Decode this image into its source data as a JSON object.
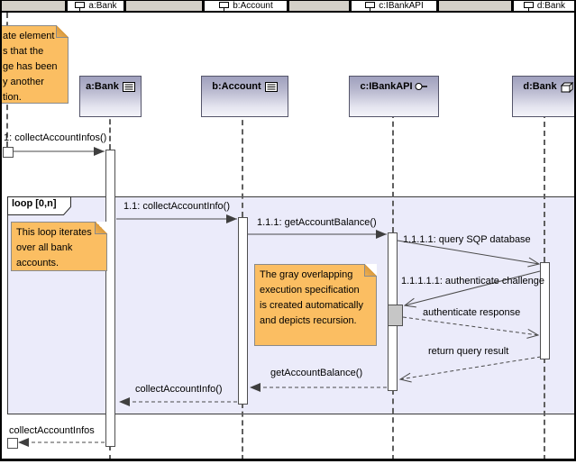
{
  "app": {
    "kind": "uml-sequence-diagram"
  },
  "header": {
    "items": [
      {
        "label": "a:Bank"
      },
      {
        "label": "b:Account"
      },
      {
        "label": "c:IBankAPI"
      },
      {
        "label": "d:Bank"
      }
    ]
  },
  "lifelines": [
    {
      "name": "a:Bank",
      "icon": "class-icon"
    },
    {
      "name": "b:Account",
      "icon": "class-icon"
    },
    {
      "name": "c:IBankAPI",
      "icon": "interface-icon"
    },
    {
      "name": "d:Bank",
      "icon": "object-icon"
    }
  ],
  "fragment": {
    "operator": "loop",
    "guard": "[0,n]",
    "label": "loop [0,n]"
  },
  "notes": {
    "clipped": "ate element\ns that the\nge has been\ny another\ntion.",
    "loop": "This loop iterates\nover all bank\naccounts.",
    "recursion": "The gray overlapping\nexecution specification\nis created automatically\nand depicts recursion."
  },
  "messages": [
    {
      "label": "1: collectAccountInfos()",
      "from": "found",
      "to": "a:Bank",
      "style": "solid",
      "arrow": "filled"
    },
    {
      "label": "1.1: collectAccountInfo()",
      "from": "a:Bank",
      "to": "b:Account",
      "style": "solid",
      "arrow": "filled"
    },
    {
      "label": "1.1.1: getAccountBalance()",
      "from": "b:Account",
      "to": "c:IBankAPI",
      "style": "solid",
      "arrow": "filled"
    },
    {
      "label": "1.1.1.1: query SQP database",
      "from": "c:IBankAPI",
      "to": "d:Bank",
      "style": "solid",
      "arrow": "open"
    },
    {
      "label": "1.1.1.1.1: authenticate challenge",
      "from": "d:Bank",
      "to": "c:IBankAPI",
      "style": "solid",
      "arrow": "open"
    },
    {
      "label": "authenticate response",
      "from": "c:IBankAPI",
      "to": "d:Bank",
      "style": "dashed",
      "arrow": "open"
    },
    {
      "label": "return query result",
      "from": "d:Bank",
      "to": "c:IBankAPI",
      "style": "dashed",
      "arrow": "open"
    },
    {
      "label": "getAccountBalance()",
      "from": "c:IBankAPI",
      "to": "b:Account",
      "style": "dashed",
      "arrow": "filled"
    },
    {
      "label": "collectAccountInfo()",
      "from": "b:Account",
      "to": "a:Bank",
      "style": "dashed",
      "arrow": "filled"
    },
    {
      "label": "collectAccountInfos",
      "from": "a:Bank",
      "to": "found",
      "style": "dashed",
      "arrow": "filled"
    }
  ],
  "colors": {
    "note_fill": "#fbbe62",
    "loop_fill": "#ebebfa",
    "head_gradient_top": "#9fa0bd",
    "head_gradient_bottom": "#f4f4f9",
    "header_gray": "#d4d0c8",
    "line": "#4a4a4a"
  }
}
